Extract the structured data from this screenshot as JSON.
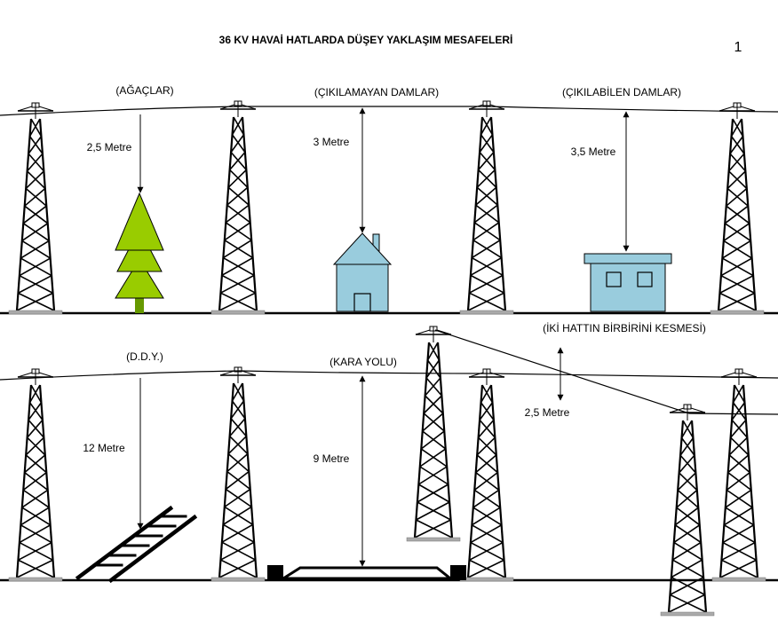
{
  "title": "36 KV HAVAİ HATLARDA DÜŞEY YAKLAŞIM MESAFELERİ",
  "page_number": "1",
  "top_row": {
    "trees": {
      "label": "(AĞAÇLAR)",
      "distance": "2,5 Metre"
    },
    "non_climbable_roofs": {
      "label": "(ÇIKILAMAYAN DAMLAR)",
      "distance": "3 Metre"
    },
    "climbable_roofs": {
      "label": "(ÇIKILABİLEN  DAMLAR)",
      "distance": "3,5 Metre"
    }
  },
  "bottom_row": {
    "railway": {
      "label": "(D.D.Y.)",
      "distance": "12 Metre"
    },
    "highway": {
      "label": "(KARA YOLU)",
      "distance": "9 Metre"
    },
    "line_crossing": {
      "label": "(İKİ HATTIN BİRBİRİNİ KESMESİ)",
      "distance": "2,5 Metre"
    }
  },
  "colors": {
    "tree": "#99cc00",
    "tree_trunk": "#669900",
    "house": "#99ccdd",
    "tower": "#000000",
    "ground": "#000000"
  }
}
